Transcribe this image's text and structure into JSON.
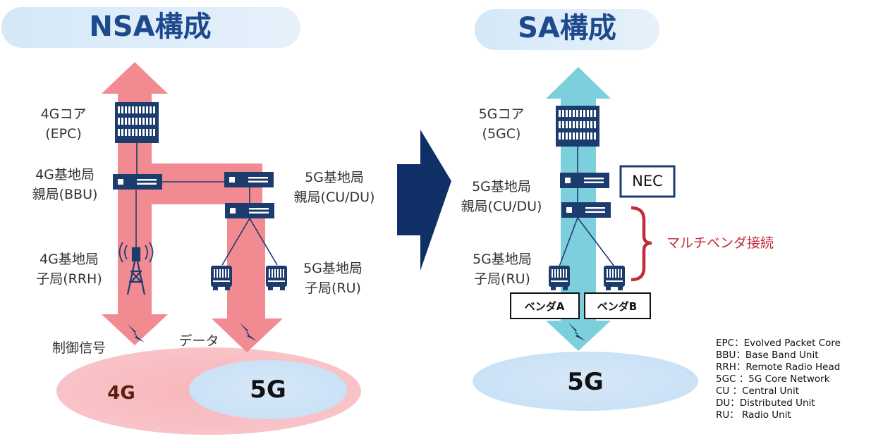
{
  "nsa": {
    "title": "NSA構成",
    "core_label_1": "4Gコア",
    "core_label_2": "(EPC)",
    "bbu_label_1": "4G基地局",
    "bbu_label_2": "親局(BBU)",
    "rrh_label_1": "4G基地局",
    "rrh_label_2": "子局(RRH)",
    "cudu_label_1": "5G基地局",
    "cudu_label_2": "親局(CU/DU)",
    "ru_label_1": "5G基地局",
    "ru_label_2": "子局(RU)",
    "control_label": "制御信号",
    "data_label": "データ",
    "area_4g": "4G",
    "area_5g": "5G"
  },
  "sa": {
    "title": "SA構成",
    "core_label_1": "5Gコア",
    "core_label_2": "(5GC)",
    "cudu_label_1": "5G基地局",
    "cudu_label_2": "親局(CU/DU)",
    "ru_label_1": "5G基地局",
    "ru_label_2": "子局(RU)",
    "nec_label": "NEC",
    "multivendor_label": "マルチベンダ接続",
    "vendor_a": "ベンダA",
    "vendor_b": "ベンダB",
    "area_5g": "5G"
  },
  "legend": [
    "EPC：Evolved Packet Core",
    "BBU：Base Band Unit",
    "RRH：Remote Radio Head",
    "5GC ：5G Core Network",
    "CU ：Central Unit",
    "DU：Distributed Unit",
    "RU： Radio Unit"
  ],
  "colors": {
    "nsa_arrow": "#f28a92",
    "sa_arrow": "#7ccfdc",
    "title_pill": "#d5e8f8",
    "title_text": "#1d4a8c",
    "equipment": "#1d3c6e",
    "big_arrow": "#0f2f66",
    "bracket": "#c22a3c"
  }
}
